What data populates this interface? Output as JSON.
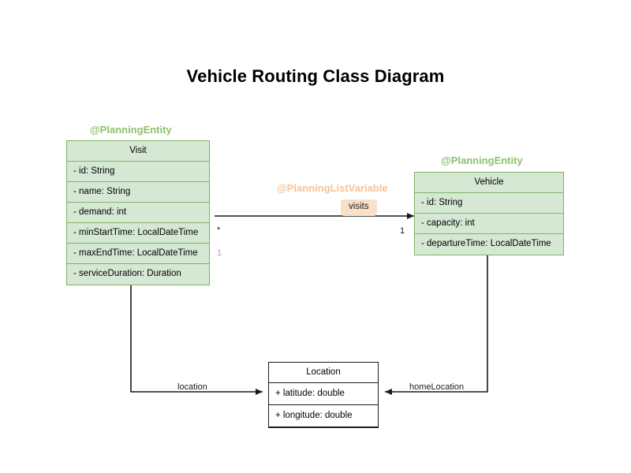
{
  "diagram": {
    "title": "Vehicle Routing Class Diagram",
    "background_color": "#ffffff",
    "entity_fill_color": "#d5e8d4",
    "entity_border_color": "#82b366",
    "annotation_green_color": "#8cc26e",
    "annotation_orange_color": "#f5c49a",
    "badge_fill_color": "#fae0c8",
    "line_color": "#1a1a1a",
    "multiplicity_purple_color": "#b9a0cc"
  },
  "annotations": {
    "visit_stereotype": "@PlanningEntity",
    "vehicle_stereotype": "@PlanningEntity",
    "list_variable_stereotype": "@PlanningListVariable"
  },
  "classes": {
    "visit": {
      "name": "Visit",
      "attributes": [
        "- id: String",
        "- name: String",
        "- demand: int",
        "- minStartTime: LocalDateTime",
        "- maxEndTime: LocalDateTime",
        "- serviceDuration: Duration"
      ]
    },
    "vehicle": {
      "name": "Vehicle",
      "attributes": [
        "- id: String",
        "- capacity: int",
        "- departureTime: LocalDateTime"
      ]
    },
    "location": {
      "name": "Location",
      "attributes": [
        "+ latitude: double",
        "+ longitude: double"
      ]
    }
  },
  "relationships": {
    "visits": {
      "label": "visits",
      "source_multiplicity": "1",
      "target_multiplicity": "*"
    },
    "visit_location": {
      "label": "location",
      "multiplicity": "1"
    },
    "vehicle_home_location": {
      "label": "homeLocation"
    }
  }
}
